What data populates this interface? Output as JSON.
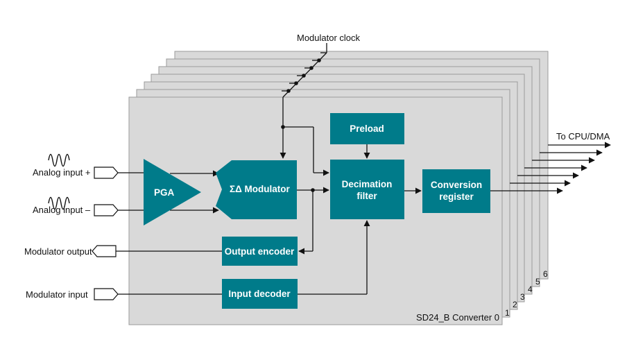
{
  "colors": {
    "block": "#007b8a",
    "panel": "#d9d9d9",
    "panel_border": "#9a9a9a",
    "line": "#111111"
  },
  "labels": {
    "modulator_clock": "Modulator clock",
    "to_cpu": "To CPU/DMA",
    "analog_input_plus": "Analog input +",
    "analog_input_minus": "Analog input –",
    "modulator_output": "Modulator output",
    "modulator_input": "Modulator input",
    "converter_name": "SD24_B Converter 0"
  },
  "blocks": {
    "pga": "PGA",
    "modulator": "ΣΔ Modulator",
    "preload": "Preload",
    "decimation_line1": "Decimation",
    "decimation_line2": "filter",
    "conversion_line1": "Conversion",
    "conversion_line2": "register",
    "output_encoder": "Output encoder",
    "input_decoder": "Input decoder"
  },
  "converter_numbers": [
    "1",
    "2",
    "3",
    "4",
    "5",
    "6"
  ],
  "icons": {
    "analog_plus": "sine-wave-icon",
    "analog_minus": "sine-wave-icon",
    "input_pins": "input-pin-icon",
    "output_pin": "output-pin-icon"
  }
}
